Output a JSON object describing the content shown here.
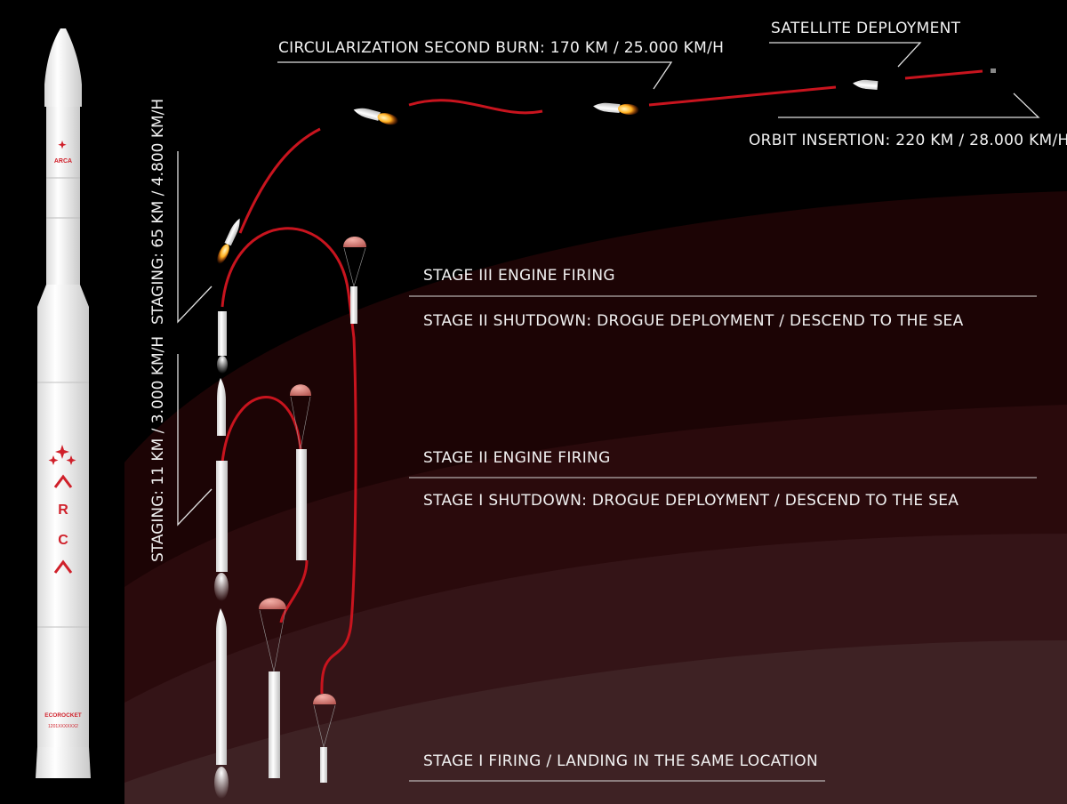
{
  "brand": {
    "name": "ARCA",
    "small_logo": "ARCA",
    "rocket_name": "ECOROCKET",
    "serial": "1201XXXXXX2"
  },
  "labels": {
    "circularization": "CIRCULARIZATION SECOND BURN: 170 KM / 25.000 KM/H",
    "satellite_deployment": "SATELLITE DEPLOYMENT",
    "orbit_insertion": "ORBIT INSERTION: 220 KM / 28.000 KM/H",
    "staging_65": "STAGING: 65 KM / 4.800 KM/H",
    "staging_11": "STAGING: 11 KM / 3.000 KM/H",
    "stage3_firing": "STAGE III ENGINE FIRING",
    "stage2_shutdown": "STAGE II SHUTDOWN: DROGUE DEPLOYMENT / DESCEND TO THE SEA",
    "stage2_firing": "STAGE II ENGINE FIRING",
    "stage1_shutdown": "STAGE I SHUTDOWN: DROGUE DEPLOYMENT / DESCEND TO THE SEA",
    "stage1_firing": "STAGE I FIRING / LANDING IN THE SAME LOCATION"
  },
  "colors": {
    "background": "#000000",
    "trajectory": "#c8141e",
    "rocket_body": "#f4f4f4",
    "brand_red": "#d0202a",
    "parachute": "#e8928a",
    "band_1": "#1c0405",
    "band_2": "#2a0a0c",
    "band_3": "#341417",
    "band_4": "#3e2224"
  }
}
